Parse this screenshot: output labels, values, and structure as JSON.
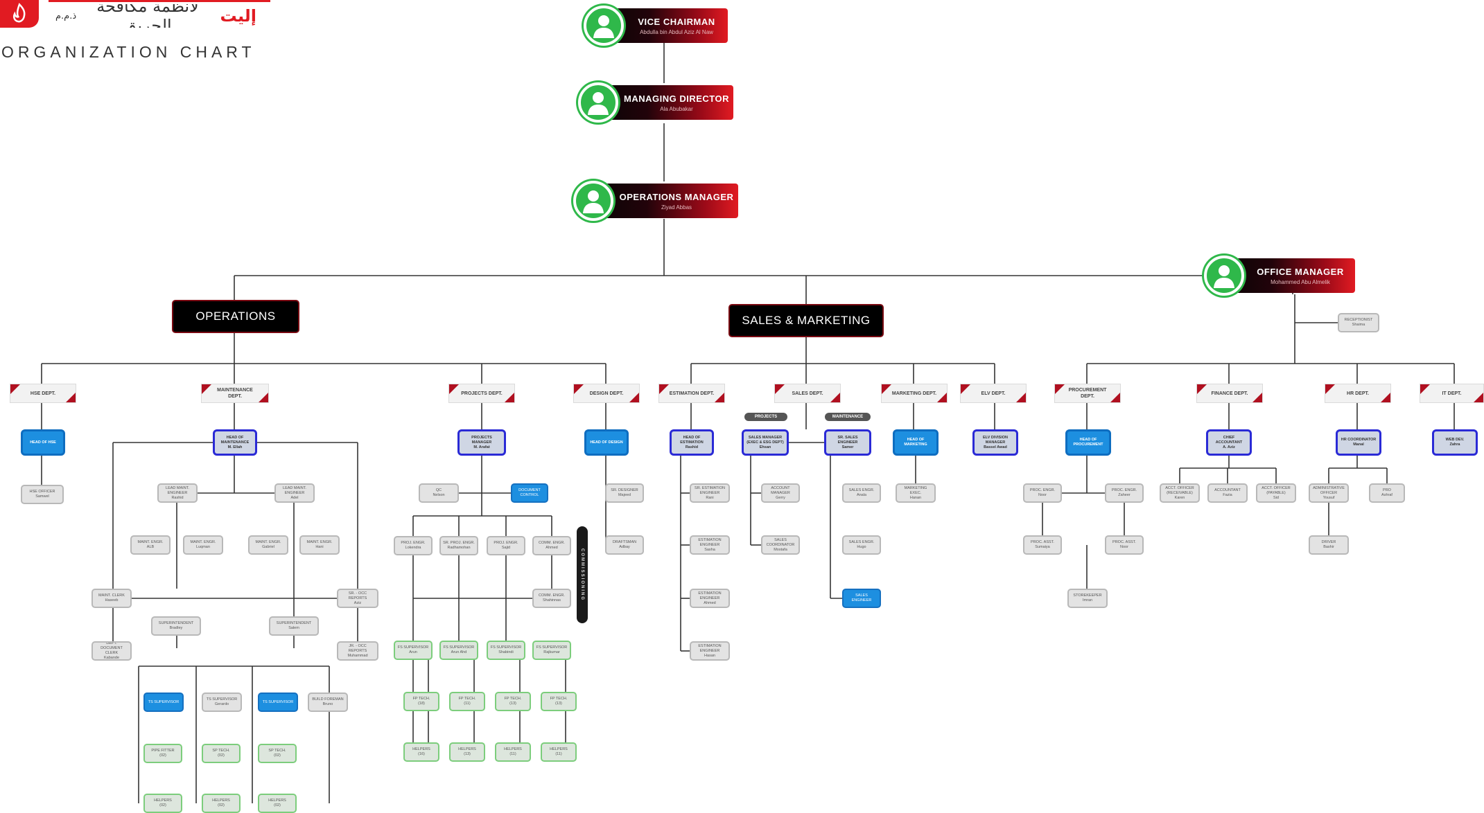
{
  "header": {
    "logo_text": "إليت لأنظمة مكافحة الحريق",
    "logo_brand": "إليت",
    "logo_rest": "لأنظمة مكافحة الحريق",
    "logo_suffix": "ذ.م.م",
    "title": "ORGANIZATION CHART"
  },
  "executives": [
    {
      "id": "vc",
      "title": "VICE CHAIRMAN",
      "name": "Abdulla bin Abdul Aziz Al Naw"
    },
    {
      "id": "md",
      "title": "MANAGING DIRECTOR",
      "name": "Ala Abubakar"
    },
    {
      "id": "om",
      "title": "OPERATIONS MANAGER",
      "name": "Ziyad Abbas"
    },
    {
      "id": "ofm",
      "title": "OFFICE MANAGER",
      "name": "Mohammed Abu Almelik"
    }
  ],
  "departments": [
    {
      "id": "ops",
      "label": "OPERATIONS"
    },
    {
      "id": "sm",
      "label": "SALES & MARKETING"
    }
  ],
  "tabs": [
    {
      "id": "hse",
      "label": "HSE DEPT."
    },
    {
      "id": "mnt",
      "label": "MAINTENANCE DEPT."
    },
    {
      "id": "prj",
      "label": "PROJECTS DEPT."
    },
    {
      "id": "dsg",
      "label": "DESIGN DEPT."
    },
    {
      "id": "est",
      "label": "ESTIMATION DEPT."
    },
    {
      "id": "sal",
      "label": "SALES DEPT."
    },
    {
      "id": "mkt",
      "label": "MARKETING DEPT."
    },
    {
      "id": "elv",
      "label": "ELV DEPT."
    },
    {
      "id": "prc",
      "label": "PROCUREMENT DEPT."
    },
    {
      "id": "fin",
      "label": "FINANCE DEPT."
    },
    {
      "id": "hr",
      "label": "HR DEPT."
    },
    {
      "id": "it",
      "label": "IT DEPT."
    }
  ],
  "heads": [
    {
      "id": "h_hse",
      "title": "HEAD OF HSE",
      "name": ""
    },
    {
      "id": "h_mnt",
      "title": "HEAD OF MAINTENANCE",
      "name": "M. Ellah"
    },
    {
      "id": "h_prj",
      "title": "PROJECTS MANAGER",
      "name": "M. Arafat"
    },
    {
      "id": "h_dsg",
      "title": "HEAD OF DESIGN",
      "name": ""
    },
    {
      "id": "h_est",
      "title": "HEAD OF ESTIMATION",
      "name": "Rashid"
    },
    {
      "id": "h_sal1",
      "title": "SALES MANAGER (EXEC & ESG DEPT)",
      "name": "Ehsan"
    },
    {
      "id": "h_sal2",
      "title": "SR. SALES ENGINEER",
      "name": "Samer"
    },
    {
      "id": "h_mkt",
      "title": "HEAD OF MARKETING",
      "name": ""
    },
    {
      "id": "h_elv",
      "title": "ELV DIVISION MANAGER",
      "name": "Bassel Awad"
    },
    {
      "id": "h_prc",
      "title": "HEAD OF PROCUREMENT",
      "name": ""
    },
    {
      "id": "h_fin",
      "title": "CHIEF ACCOUNTANT",
      "name": "A. Aziz"
    },
    {
      "id": "h_hr",
      "title": "HR COORDINATOR",
      "name": "Manal"
    },
    {
      "id": "h_it",
      "title": "WEB DEV.",
      "name": "Zahra"
    }
  ],
  "pills": [
    {
      "id": "p_proj",
      "label": "PROJECTS"
    },
    {
      "id": "p_mnt",
      "label": "MAINTENANCE"
    }
  ],
  "vertical_bar": {
    "label": "COMMISSIONING"
  },
  "staff": [
    {
      "id": "s_rec",
      "title": "RECEPTIONIST",
      "name": "Shaima"
    },
    {
      "id": "s_hse1",
      "title": "HSE OFFICER",
      "name": "Samwel"
    },
    {
      "id": "s_lme1",
      "title": "LEAD MAINT. ENGINEER",
      "name": "Rashid"
    },
    {
      "id": "s_lme2",
      "title": "LEAD MAINT. ENGINEER",
      "name": "Adel"
    },
    {
      "id": "s_me1",
      "title": "MAINT. ENGR.",
      "name": "ALB"
    },
    {
      "id": "s_me2",
      "title": "MAINT. ENGR.",
      "name": "Luqman"
    },
    {
      "id": "s_me3",
      "title": "MAINT. ENGR.",
      "name": "Gabriel"
    },
    {
      "id": "s_me4",
      "title": "MAINT. ENGR.",
      "name": "Hani"
    },
    {
      "id": "s_mcl",
      "title": "MAINT. CLERK",
      "name": "Haseeb"
    },
    {
      "id": "s_sv1",
      "title": "SUPERINTENDENT",
      "name": "Bradley"
    },
    {
      "id": "s_sv2",
      "title": "SUPERINTENDENT",
      "name": "Salem"
    },
    {
      "id": "s_rep1",
      "title": "SR. - OCC REPORTS",
      "name": "Aziz"
    },
    {
      "id": "s_doc",
      "title": "DEPT. DOCUMENT CLERK",
      "name": "Kabande"
    },
    {
      "id": "s_rep2",
      "title": "JR. - OCC REPORTS",
      "name": "Muhammad"
    },
    {
      "id": "s_ts1",
      "title": "TS SUPERVISOR",
      "name": ""
    },
    {
      "id": "s_ts2",
      "title": "TS SUPERVISOR",
      "name": "Gerardo"
    },
    {
      "id": "s_ts3",
      "title": "TS SUPERVISOR",
      "name": ""
    },
    {
      "id": "s_bf",
      "title": "BUILD FOREMAN",
      "name": "Bruno"
    },
    {
      "id": "s_pt1",
      "title": "PIPE FITTER",
      "name": "(02)"
    },
    {
      "id": "s_pt2",
      "title": "SP TECH.",
      "name": "(02)"
    },
    {
      "id": "s_pt3",
      "title": "SP TECH.",
      "name": "(02)"
    },
    {
      "id": "s_hl1",
      "title": "HELPERS",
      "name": "(02)"
    },
    {
      "id": "s_hl2",
      "title": "HELPERS",
      "name": "(02)"
    },
    {
      "id": "s_hl3",
      "title": "HELPERS",
      "name": "(02)"
    },
    {
      "id": "s_qc",
      "title": "QC",
      "name": "Nelson"
    },
    {
      "id": "s_doccon",
      "title": "DOCUMENT CONTROL",
      "name": ""
    },
    {
      "id": "s_pe1",
      "title": "PROJ. ENGR.",
      "name": "Lokendra"
    },
    {
      "id": "s_pe2",
      "title": "SR. PROJ. ENGR.",
      "name": "Radhamohan"
    },
    {
      "id": "s_pe3",
      "title": "PROJ. ENGR.",
      "name": "Sajid"
    },
    {
      "id": "s_ce1",
      "title": "COMM. ENGR.",
      "name": "Ahmed"
    },
    {
      "id": "s_ce2",
      "title": "COMM. ENGR.",
      "name": "Shahinnas"
    },
    {
      "id": "s_fs1",
      "title": "FS SUPERVISOR",
      "name": "Arun"
    },
    {
      "id": "s_fs2",
      "title": "FS SUPERVISOR",
      "name": "Arun Ahd"
    },
    {
      "id": "s_fs3",
      "title": "FS SUPERVISOR",
      "name": "Shabindi"
    },
    {
      "id": "s_fs4",
      "title": "FS SUPERVISOR",
      "name": "Rajkumar"
    },
    {
      "id": "s_ft1",
      "title": "FP TECH.",
      "name": "(18)"
    },
    {
      "id": "s_ft2",
      "title": "FP TECH.",
      "name": "(11)"
    },
    {
      "id": "s_ft3",
      "title": "FP TECH.",
      "name": "(13)"
    },
    {
      "id": "s_ft4",
      "title": "FP TECH.",
      "name": "(13)"
    },
    {
      "id": "s_hp1",
      "title": "HELPERS",
      "name": "(16)"
    },
    {
      "id": "s_hp2",
      "title": "HELPERS",
      "name": "(13)"
    },
    {
      "id": "s_hp3",
      "title": "HELPERS",
      "name": "(11)"
    },
    {
      "id": "s_hp4",
      "title": "HELPERS",
      "name": "(11)"
    },
    {
      "id": "s_dsg1",
      "title": "SR. DESIGNER",
      "name": "Majeed"
    },
    {
      "id": "s_dsg2",
      "title": "DRAFTSMAN",
      "name": "Adbay"
    },
    {
      "id": "s_es1",
      "title": "SR. ESTIMATION ENGINEER",
      "name": "Rani"
    },
    {
      "id": "s_es2",
      "title": "ESTIMATION ENGINEER",
      "name": "Sasha"
    },
    {
      "id": "s_es3",
      "title": "ESTIMATION ENGINEER",
      "name": "Ahmed"
    },
    {
      "id": "s_es4",
      "title": "ESTIMATION ENGINEER",
      "name": "Hasan"
    },
    {
      "id": "s_am",
      "title": "ACCOUNT MANAGER",
      "name": "Gerry"
    },
    {
      "id": "s_sco",
      "title": "SALES COORDINATOR",
      "name": "Mostafa"
    },
    {
      "id": "s_se1",
      "title": "SALES ENGR.",
      "name": "Anala"
    },
    {
      "id": "s_se2",
      "title": "SALES ENGR.",
      "name": "Hugo"
    },
    {
      "id": "s_se3",
      "title": "SALES ENGINEER",
      "name": ""
    },
    {
      "id": "s_mkt1",
      "title": "MARKETING EXEC.",
      "name": "Hanan"
    },
    {
      "id": "s_pr1",
      "title": "PROC. ENGR.",
      "name": "Noor"
    },
    {
      "id": "s_pr2",
      "title": "PROC. ENGR.",
      "name": "Zaheer"
    },
    {
      "id": "s_pr3",
      "title": "PROC. ASST.",
      "name": "Sumaiya"
    },
    {
      "id": "s_pr4",
      "title": "PROC. ASST.",
      "name": "Noor"
    },
    {
      "id": "s_sk",
      "title": "STOREKEEPER",
      "name": "Imran"
    },
    {
      "id": "s_ac1",
      "title": "ACCT. OFFICER (RECEIVABLE)",
      "name": "Karen"
    },
    {
      "id": "s_ac2",
      "title": "ACCOUNTANT",
      "name": "Fazia"
    },
    {
      "id": "s_ac3",
      "title": "ACCT. OFFICER (PAYABLE)",
      "name": "Sid"
    },
    {
      "id": "s_hr1",
      "title": "ADMINISTRATIVE OFFICER",
      "name": "Yousuf"
    },
    {
      "id": "s_hr2",
      "title": "PRO",
      "name": "Ashraf"
    },
    {
      "id": "s_hr3",
      "title": "DRIVER",
      "name": "Bashir"
    }
  ],
  "colors": {
    "accent_red": "#e11b22",
    "executive_dark": "#050505",
    "head_border": "#2a2ad6",
    "highlight_blue": "#1d8fe0",
    "avatar_green": "#2fb84a",
    "connector": "#333333"
  }
}
